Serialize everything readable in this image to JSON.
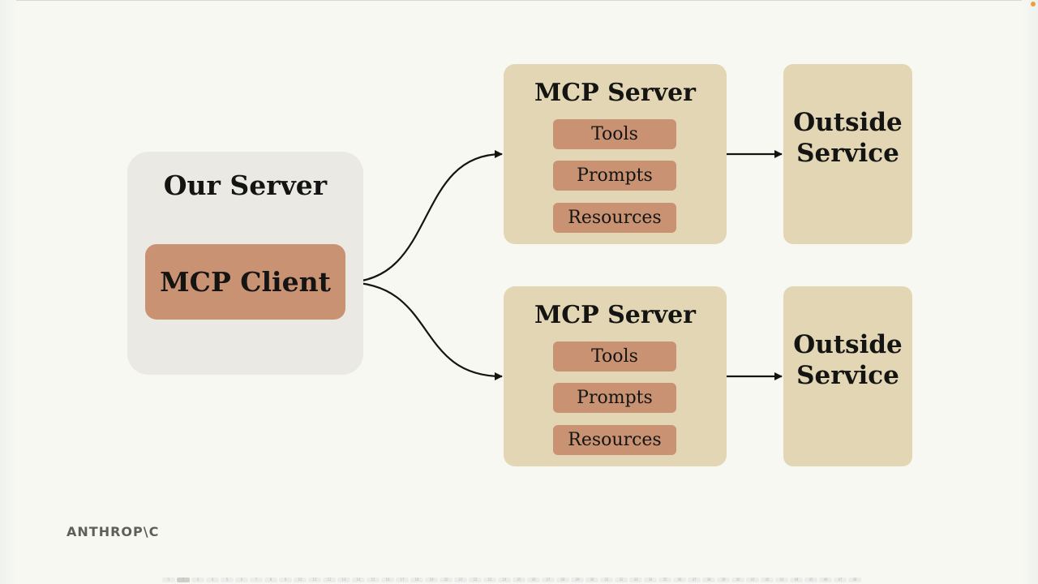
{
  "our_server": {
    "title": "Our Server",
    "client_label": "MCP Client"
  },
  "mcp_servers": [
    {
      "title": "MCP Server",
      "capabilities": [
        "Tools",
        "Prompts",
        "Resources"
      ],
      "outside": [
        "Outside",
        "Service"
      ]
    },
    {
      "title": "MCP Server",
      "capabilities": [
        "Tools",
        "Prompts",
        "Resources"
      ],
      "outside": [
        "Outside",
        "Service"
      ]
    }
  ],
  "logo": "ANTHROP\\C",
  "pager": {
    "current_page": 2,
    "pages": [
      "1",
      "2",
      "3",
      "4",
      "5",
      "6",
      "7",
      "8",
      "9",
      "10",
      "11",
      "12",
      "13",
      "14",
      "15",
      "16",
      "17",
      "18",
      "19",
      "20",
      "21",
      "22",
      "23",
      "24",
      "25",
      "26",
      "27",
      "28",
      "29",
      "30",
      "31",
      "32",
      "33",
      "34",
      "35",
      "36",
      "37",
      "38",
      "39",
      "40",
      "41",
      "42",
      "43",
      "44",
      "45",
      "46",
      "47",
      "48"
    ]
  },
  "colors": {
    "background": "#f8f8f3",
    "our_server_fill": "#ebe9e4",
    "client_fill": "#c99272",
    "server_fill": "#e3d6b4",
    "text": "#141413"
  }
}
